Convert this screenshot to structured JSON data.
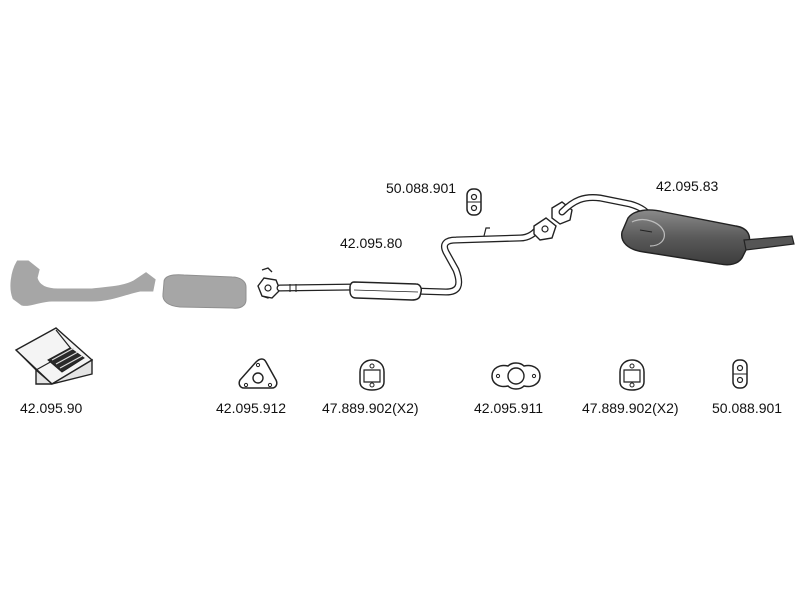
{
  "diagram": {
    "part_labels": {
      "hanger_top": "50.088.901",
      "rear_muffler": "42.095.83",
      "center_pipe": "42.095.80",
      "fitting_kit": "42.095.90",
      "front_gasket": "42.095.912",
      "rubber_mount_left": "47.889.902(X2)",
      "oval_gasket": "42.095.911",
      "rubber_mount_right": "47.889.902(X2)",
      "hanger_bottom": "50.088.901"
    },
    "colors": {
      "line": "#222222",
      "grey_part": "#a6a6a6",
      "dark_part": "#6b6b6b",
      "text": "#111111"
    }
  }
}
